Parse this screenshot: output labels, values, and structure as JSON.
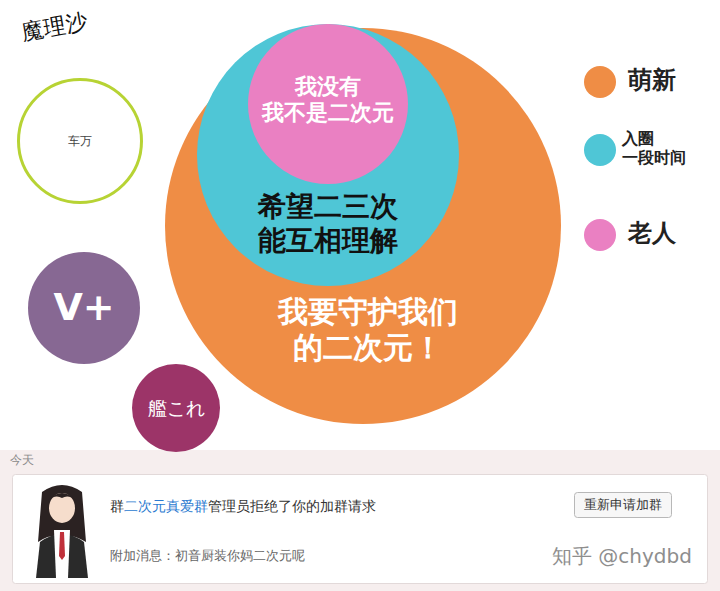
{
  "diagram": {
    "nodes": [
      {
        "text": [
          "魔理沙",
          "车万"
        ]
      },
      {
        "text": [
          "我要守护我们的二次元！"
        ]
      },
      {
        "text": [
          "希望二三次能互相理解"
        ],
        "in": 1
      },
      {
        "text": [
          "我没有 我不是二次元"
        ],
        "in": 2
      },
      {
        "text": [
          "V+"
        ]
      },
      {
        "text": [
          "艦これ"
        ]
      },
      {
        "text": [
          "群",
          "二次元真爱群",
          "管理员拒绝了你的加群请求",
          "附加消息：初音厨装你妈二次元呢"
        ]
      },
      {
        "text": [
          "重新申请加群"
        ],
        "in": 6
      }
    ],
    "labels": [
      "今天",
      "知乎 @chydbd"
    ],
    "legend": [
      {
        "text": "萌新",
        "color": "#ef8d45"
      },
      {
        "text": "入圈 一段时间",
        "color": "#4fc6d6"
      },
      {
        "text": "老人",
        "color": "#ea80c2"
      }
    ]
  }
}
